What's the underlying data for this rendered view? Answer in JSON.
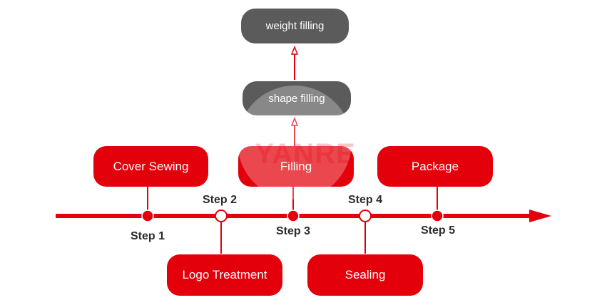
{
  "top_chain": {
    "top_box": "weight filling",
    "middle_box": "shape filling"
  },
  "process_boxes": {
    "cover_sewing": "Cover Sewing",
    "filling": "Filling",
    "package": "Package",
    "logo_treatment": "Logo Treatment",
    "sealing": "Sealing"
  },
  "steps": [
    "Step 1",
    "Step 2",
    "Step 3",
    "Step 4",
    "Step 5"
  ],
  "watermark": "YANRE",
  "colors": {
    "accent_red": "#e3000b",
    "gray_box": "#5b5b5b"
  }
}
